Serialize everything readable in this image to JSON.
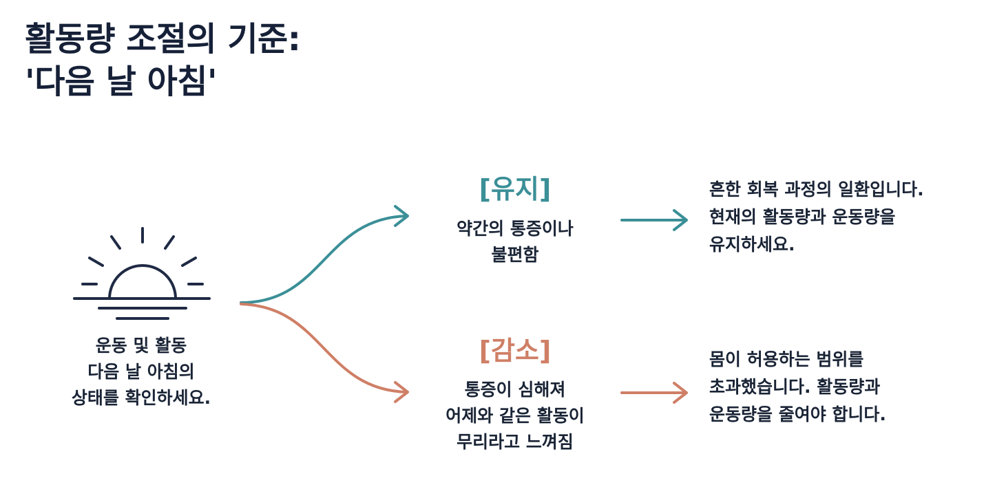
{
  "title": {
    "line1": "활동량 조절의 기준:",
    "line2": "'다음 날 아침'"
  },
  "start": {
    "icon": "sunrise-icon",
    "caption": [
      "운동 및 활동",
      "다음 날 아침의",
      "상태를 확인하세요."
    ]
  },
  "branches": [
    {
      "id": "keep",
      "label": "[유지]",
      "condition": [
        "약간의 통증이나",
        "불편함"
      ],
      "result": [
        "흔한 회복 과정의 일환입니다.",
        "현재의 활동량과 운동량을",
        "유지하세요."
      ],
      "color": "#3b8f97"
    },
    {
      "id": "reduce",
      "label": "[감소]",
      "condition": [
        "통증이 심해져",
        "어제와 같은 활동이",
        "무리라고 느껴짐"
      ],
      "result": [
        "몸이 허용하는 범위를",
        "초과했습니다. 활동량과",
        "운동량을 줄여야 합니다."
      ],
      "color": "#cf7f66"
    }
  ],
  "colors": {
    "text": "#1a2436",
    "sun": "#1f2a44",
    "keep": "#3b8f97",
    "reduce": "#cf7f66"
  }
}
